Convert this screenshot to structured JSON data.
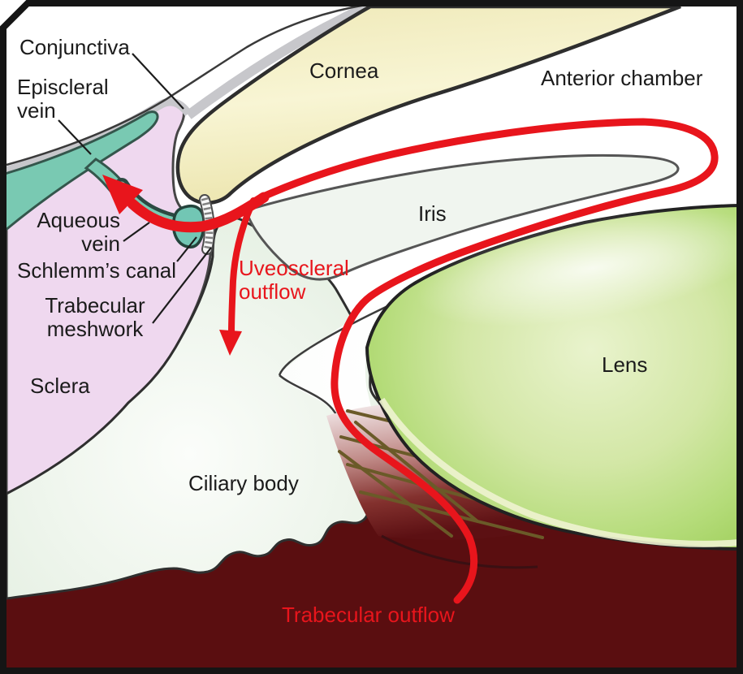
{
  "labels": {
    "conjunctiva": "Conjunctiva",
    "episcleral_vein": "Episcleral\nvein",
    "cornea": "Cornea",
    "anterior_chamber": "Anterior chamber",
    "aqueous_vein": "Aqueous\nvein",
    "schlemms_canal": "Schlemm’s canal",
    "trabecular_meshwork": "Trabecular\nmeshwork",
    "sclera": "Sclera",
    "iris": "Iris",
    "lens": "Lens",
    "ciliary_body": "Ciliary body"
  },
  "flow_labels": {
    "uveoscleral_outflow": "Uveoscleral\noutflow",
    "trabecular_outflow": "Trabecular outflow"
  },
  "colors": {
    "flow_arrow_red": "#e8151c",
    "cornea_cream": "#f5f1c8",
    "sclera_pink": "#efd8ef",
    "vein_teal": "#79c9b2",
    "ciliary_mint": "#e7f1e5",
    "lens_green": "#a9d56b",
    "fundus_maroon": "#5a0e10",
    "label_black": "#1b1b1b"
  }
}
